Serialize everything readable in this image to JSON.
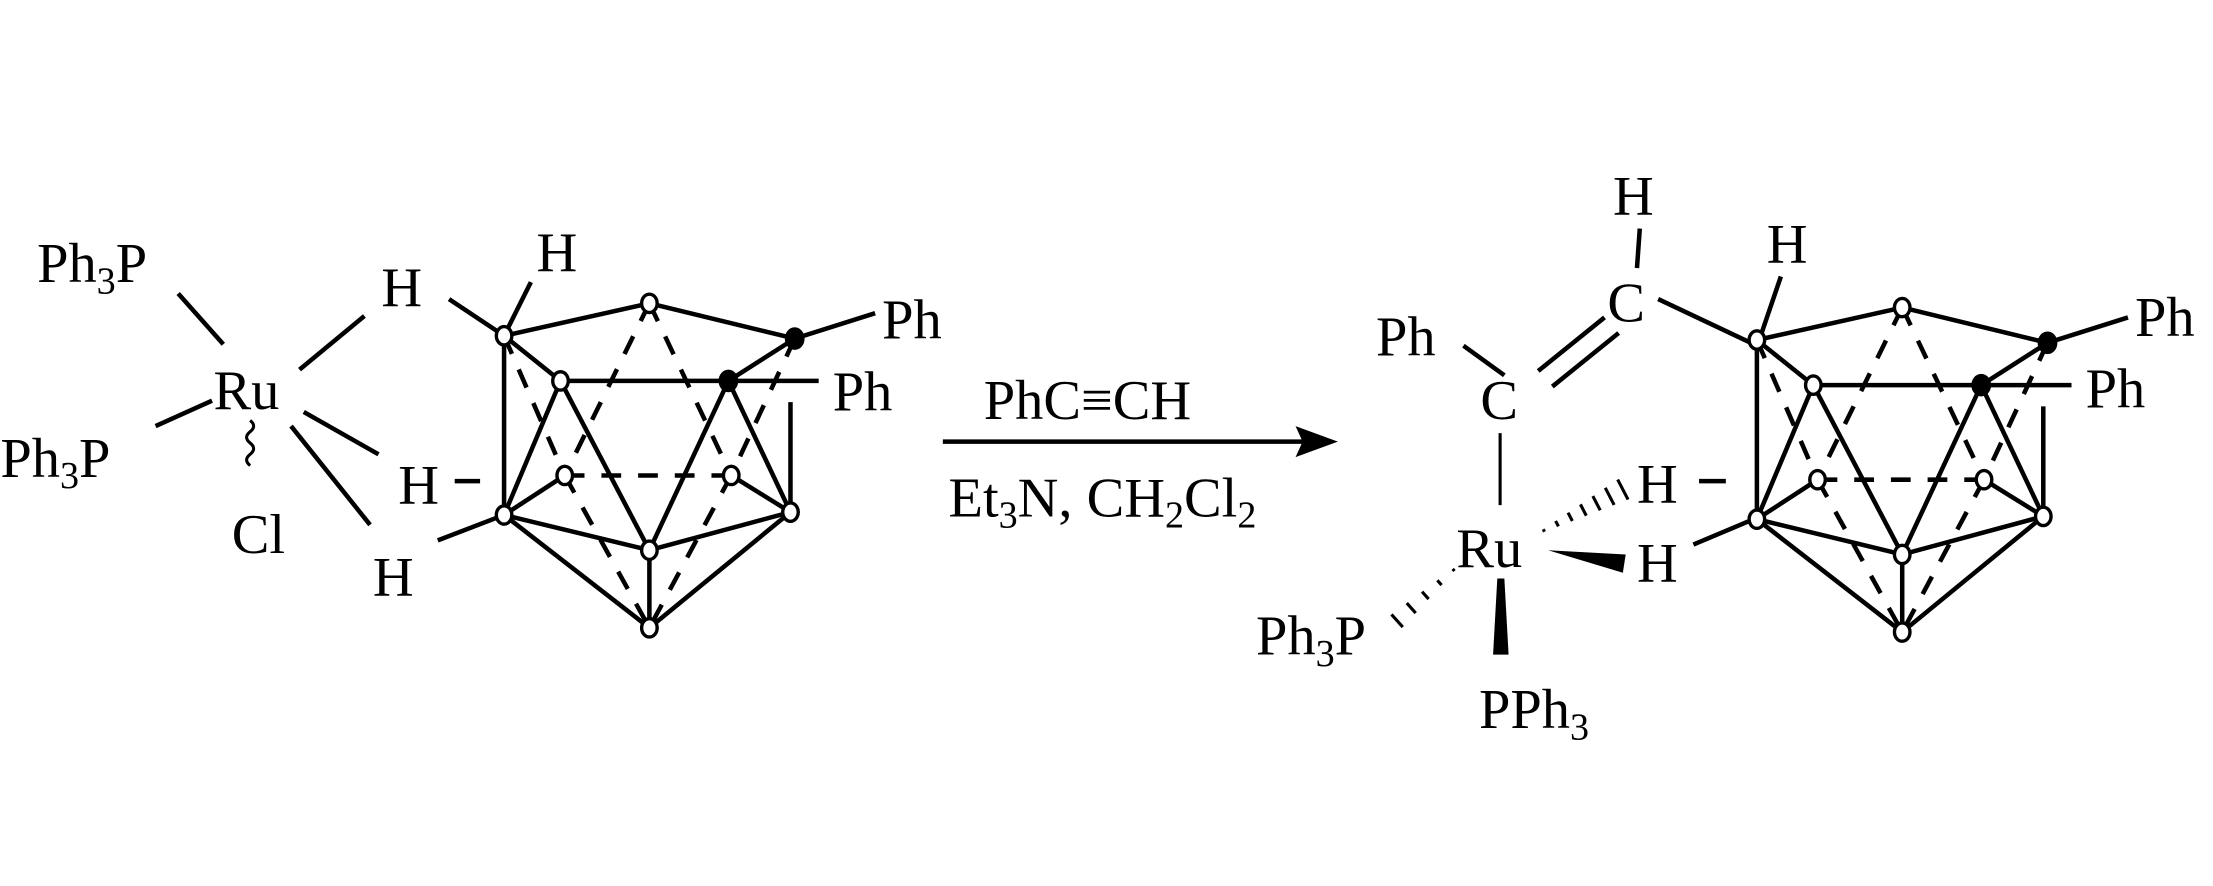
{
  "reactant": {
    "ph3p_top": {
      "a": "Ph",
      "sub": "3",
      "b": "P"
    },
    "ph3p_bottom": {
      "a": "Ph",
      "sub": "3",
      "b": "P"
    },
    "metal": "Ru",
    "chloride": "Cl",
    "hydride_top": "H",
    "hydride_mid": "H",
    "hydride_low": "H",
    "cage_h": "H",
    "phenyl_1": "Ph",
    "phenyl_2": "Ph"
  },
  "reaction": {
    "reagent": "PhC≡CH",
    "conditions": {
      "a": "Et",
      "sub1": "3",
      "b": "N, CH",
      "sub2": "2",
      "c": "Cl",
      "sub3": "2"
    }
  },
  "product": {
    "vinyl_h": "H",
    "vinyl_c_upper": "C",
    "vinyl_c_lower": "C",
    "vinyl_ph": "Ph",
    "metal": "Ru",
    "ph3p_left": {
      "a": "Ph",
      "sub": "3",
      "b": "P"
    },
    "pph3_bottom": {
      "a": "PPh",
      "sub": "3"
    },
    "hydride_mid": "H",
    "hydride_low": "H",
    "cage_h": "H",
    "phenyl_1": "Ph",
    "phenyl_2": "Ph"
  }
}
